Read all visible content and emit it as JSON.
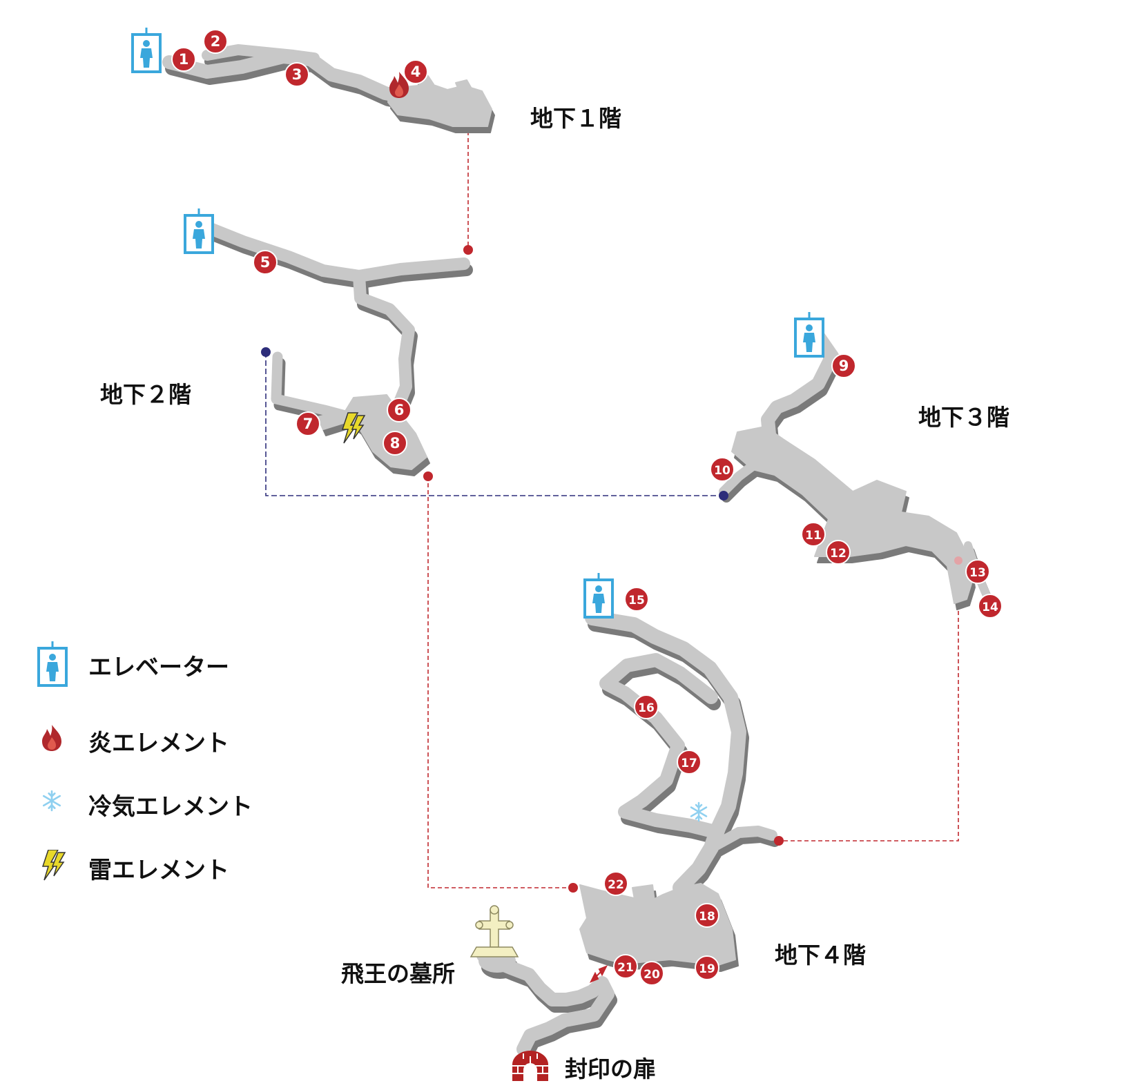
{
  "floors": [
    {
      "id": "b1",
      "label": "地下１階"
    },
    {
      "id": "b2",
      "label": "地下２階"
    },
    {
      "id": "b3",
      "label": "地下３階"
    },
    {
      "id": "b4",
      "label": "地下４階"
    }
  ],
  "places": {
    "tomb": "飛王の墓所",
    "seal_door": "封印の扉"
  },
  "markers": [
    "1",
    "2",
    "3",
    "4",
    "5",
    "6",
    "7",
    "8",
    "9",
    "10",
    "11",
    "12",
    "13",
    "14",
    "15",
    "16",
    "17",
    "18",
    "19",
    "20",
    "21",
    "22"
  ],
  "legend": [
    {
      "icon": "elevator-icon",
      "label": "エレベーター"
    },
    {
      "icon": "fire-icon",
      "label": "炎エレメント"
    },
    {
      "icon": "snowflake-icon",
      "label": "冷気エレメント"
    },
    {
      "icon": "lightning-icon",
      "label": "雷エレメント"
    }
  ],
  "colors": {
    "corridor": "#c8c8c8",
    "corridor_shadow": "#7d7d7d",
    "marker": "#c0272d",
    "elevator": "#3aa7dc",
    "link_red": "#c0272d",
    "link_blue": "#2d2d7a",
    "snow": "#8fd0f0",
    "lightning": "#e8d82a",
    "door": "#b32222",
    "tomb_cross": "#f3efc2"
  }
}
